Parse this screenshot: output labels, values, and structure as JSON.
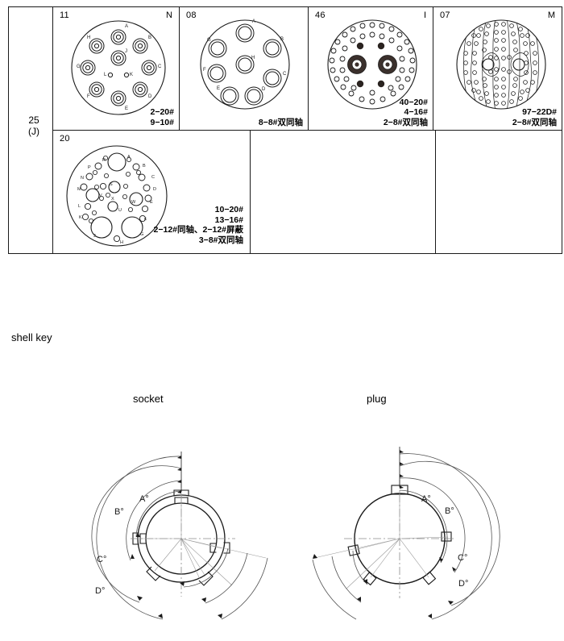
{
  "table": {
    "size_label": {
      "line1": "25",
      "line2": "(J)"
    },
    "cells": [
      {
        "id": "11",
        "code": "N",
        "spec": [
          "2−20#",
          "9−10#"
        ],
        "pattern": "circular-8-around-1-center-plus-2-small",
        "contact_labels": [
          "A",
          "B",
          "C",
          "D",
          "E",
          "F",
          "G",
          "H",
          "J",
          "K",
          "L"
        ]
      },
      {
        "id": "08",
        "code": "",
        "spec": [
          "8−8#双同轴"
        ],
        "pattern": "circular-7-around-1-center",
        "contact_labels": [
          "A",
          "B",
          "C",
          "D",
          "E",
          "F",
          "G",
          "H"
        ]
      },
      {
        "id": "46",
        "code": "I",
        "spec": [
          "40−20#",
          "4−16#",
          "2−8#双同轴"
        ],
        "pattern": "dense-40-small-4-filled-2-coax"
      },
      {
        "id": "07",
        "code": "M",
        "spec": [
          "97−22D#",
          "2−8#双同轴"
        ],
        "pattern": "dense-97-contacts-with-contours-2-coax"
      },
      {
        "id": "20",
        "code": "",
        "spec": [
          "10−20#",
          "13−16#",
          "2−12#同轴、2−12#屏蔽",
          "3−8#双同轴"
        ],
        "pattern": "mixed-sizes-28-contacts"
      }
    ]
  },
  "shell_key": {
    "title": "shell key",
    "figures": [
      {
        "name": "socket",
        "caption": "socket",
        "angle_labels": [
          "A°",
          "B°",
          "C°",
          "D°"
        ]
      },
      {
        "name": "plug",
        "caption": "plug",
        "angle_labels": [
          "A°",
          "B°",
          "C°",
          "D°"
        ]
      }
    ]
  },
  "colors": {
    "line": "#1a1a1a",
    "thin_line": "#555555",
    "center_line": "#8a8a8a",
    "fill_dark": "#3b302c",
    "background": "#ffffff"
  }
}
